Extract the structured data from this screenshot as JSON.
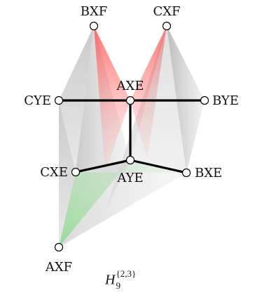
{
  "nodes": {
    "bxf": "BXF",
    "cxf": "CXF",
    "axe": "AXE",
    "cye": "CYE",
    "bye": "BYE",
    "cxe": "CXE",
    "aye": "AYE",
    "bxe": "BXE",
    "axf": "AXF"
  },
  "caption": {
    "letter": "H",
    "subscript": "9",
    "superscript": "{2,3}"
  },
  "colors": {
    "edge": "#000000",
    "node_fill": "#ffffff",
    "facet_gray": "#9a9a9a",
    "facet_red": "#ff3b3b",
    "facet_green": "#5ad25a"
  }
}
